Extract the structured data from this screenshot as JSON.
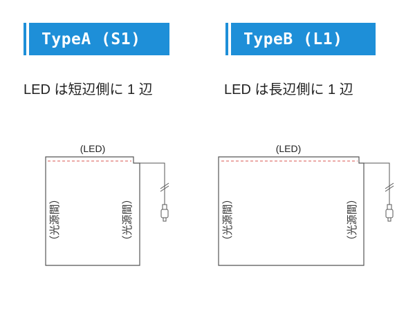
{
  "type_a": {
    "badge": "TypeA (S1)",
    "description": "LED は短辺側に 1 辺",
    "led_label": "(LED)",
    "side_label_left": "（光源間）",
    "side_label_right": "（光源間）"
  },
  "type_b": {
    "badge": "TypeB (L1)",
    "description": "LED は長辺側に 1 辺",
    "led_label": "(LED)",
    "side_label_left": "（光源間）",
    "side_label_right": "（光源間）"
  },
  "colors": {
    "badge_bg": "#1e8fd8",
    "led_line": "#d9534f",
    "outline": "#555555"
  }
}
